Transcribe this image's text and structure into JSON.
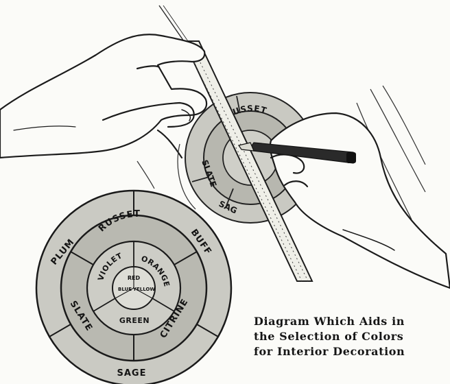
{
  "wheel": {
    "center": "RED BLUE YELLOW",
    "center_red": "RED",
    "center_blue": "BLUE",
    "center_yellow": "YELLOW",
    "secondary": {
      "violet": "VIOLET",
      "orange": "ORANGE",
      "green": "GREEN"
    },
    "tertiary": {
      "russet": "RUSSET",
      "slate": "SLATE",
      "citrine": "CITRINE"
    },
    "quaternary": {
      "plum": "PLUM",
      "buff": "BUFF",
      "sage": "SAGE"
    }
  },
  "background_wheel": {
    "russet": "RUSSET",
    "slate": "SLATE",
    "sage": "SAG"
  },
  "caption": {
    "line1": "Diagram Which Aids in",
    "line2": "the Selection of Colors",
    "line3": "for Interior Decoration"
  }
}
